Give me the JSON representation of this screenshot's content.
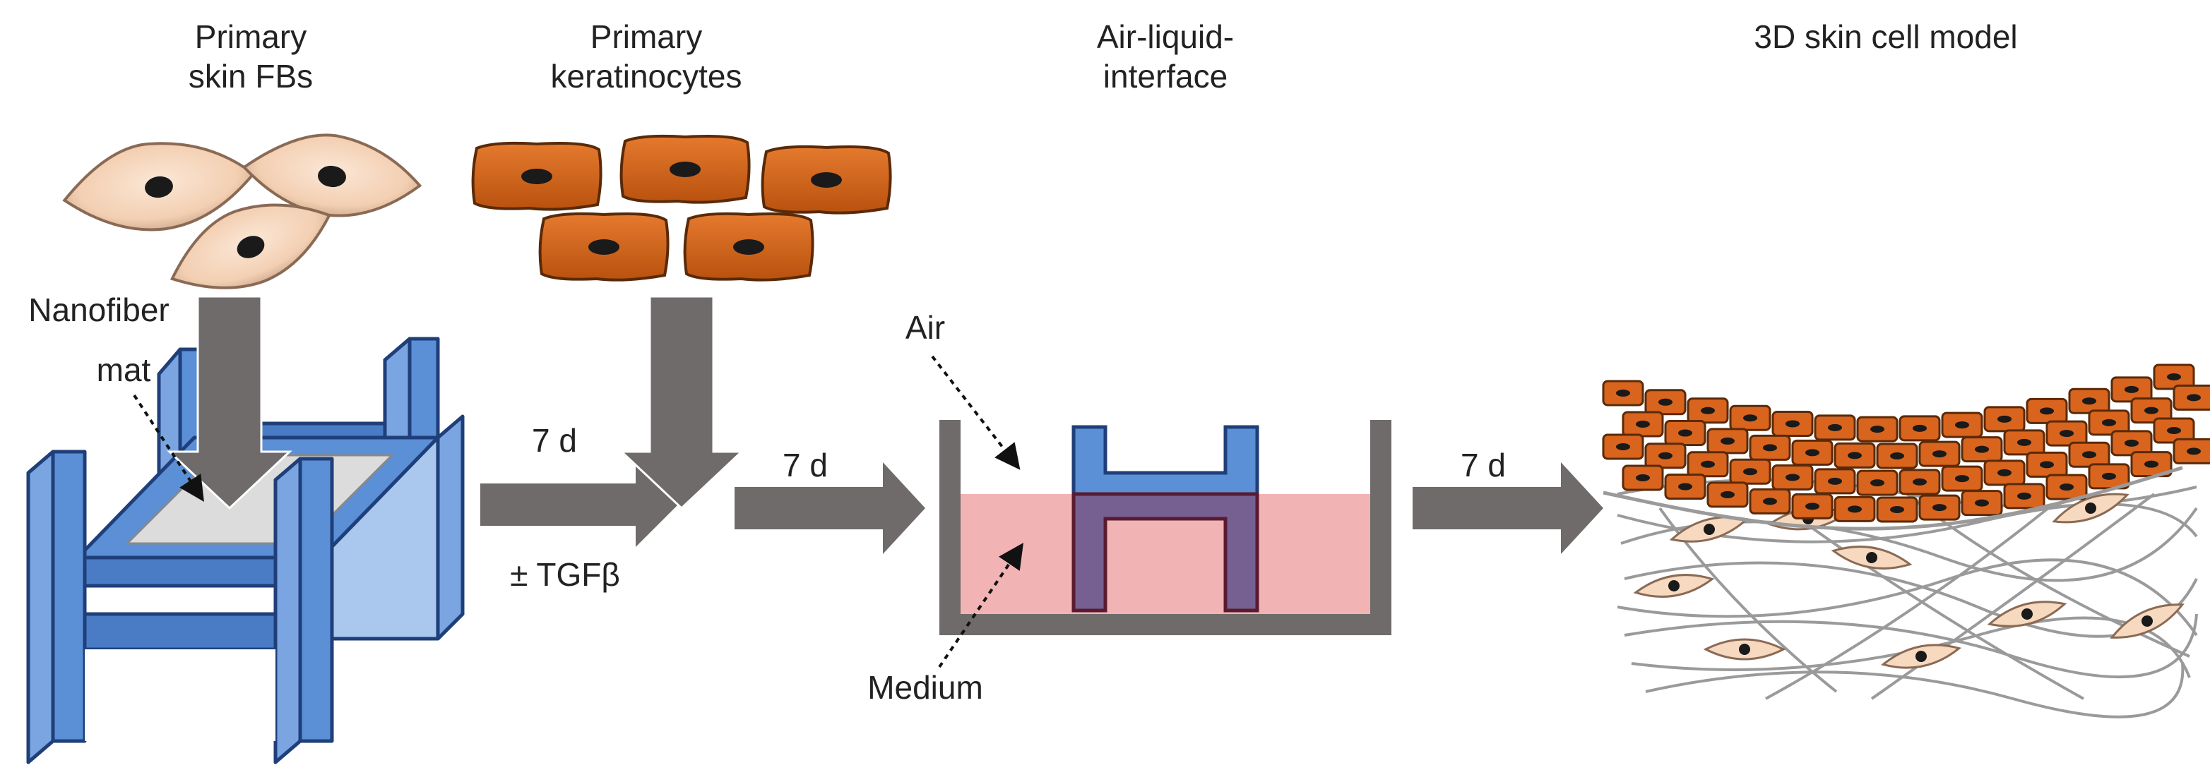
{
  "stages": {
    "fibroblasts": {
      "line1": "Primary",
      "line2": "skin FBs"
    },
    "keratinocytes": {
      "line1": "Primary",
      "line2": "keratinocytes"
    },
    "ali": {
      "line1": "Air-liquid-",
      "line2": "interface"
    },
    "model": {
      "line1": "3D skin cell model"
    }
  },
  "labels": {
    "nanofiber_line1": "Nanofiber",
    "nanofiber_line2": "mat",
    "air": "Air",
    "medium": "Medium"
  },
  "steps": {
    "step1_duration": "7 d",
    "step1_condition": "± TGFβ",
    "step2_duration": "7 d",
    "step3_duration": "7 d"
  },
  "colors": {
    "scaffold_blue": "#5b8fd6",
    "scaffold_dark": "#1f3f7a",
    "keratinocyte": "#d9641e",
    "fibroblast": "#f7d9c0",
    "medium_pink": "#f2b3b5",
    "arrow_gray": "#6f6b6a"
  }
}
